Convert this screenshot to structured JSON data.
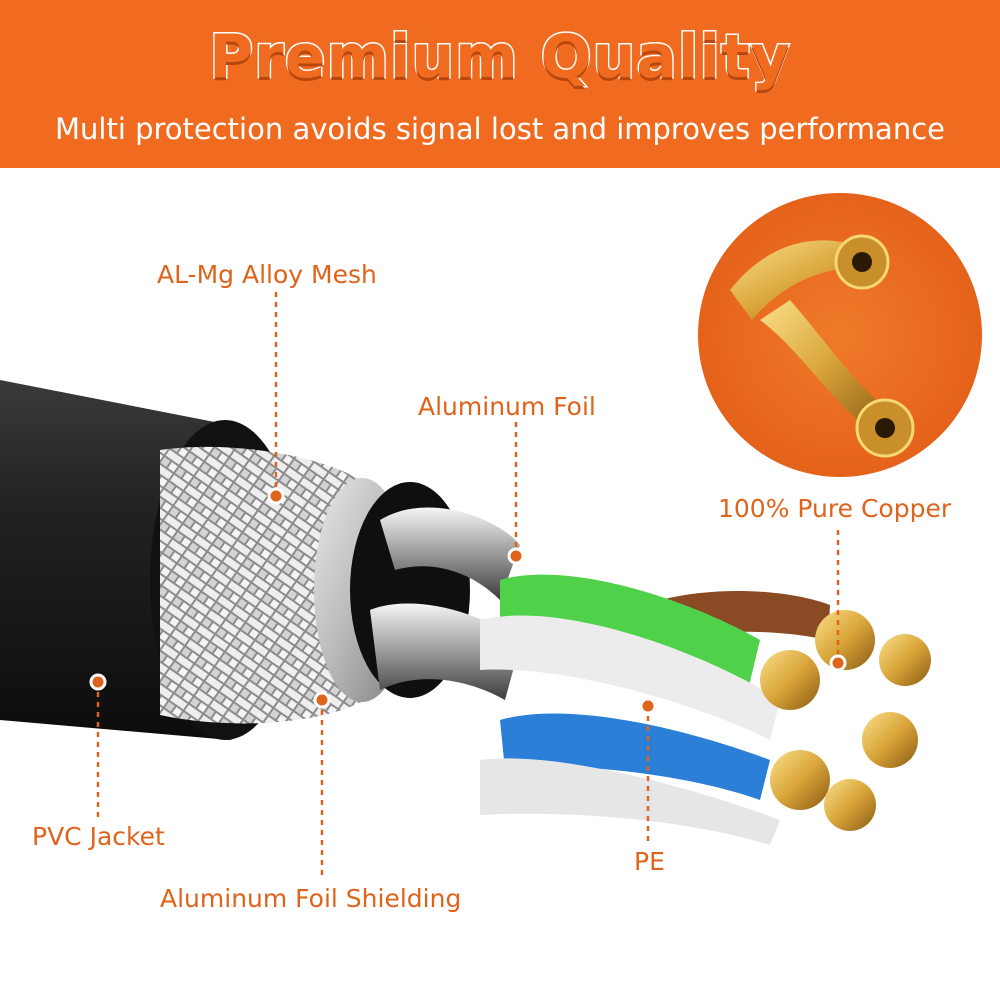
{
  "header": {
    "title": "Premium Quality",
    "subtitle": "Multi protection avoids signal lost and improves performance"
  },
  "labels": {
    "mesh": "AL-Mg Alloy Mesh",
    "foil": "Aluminum Foil",
    "copper": "100% Pure Copper",
    "jacket": "PVC Jacket",
    "shielding": "Aluminum Foil Shielding",
    "pe": "PE"
  },
  "colors": {
    "accent": "#f06b1f",
    "label_text": "#e0631b",
    "jacket": "#1e1e1e",
    "wire_green": "#4fd14a",
    "wire_blue": "#2b7fd6",
    "wire_brown": "#8a4a24",
    "copper": "#d9a53a"
  }
}
